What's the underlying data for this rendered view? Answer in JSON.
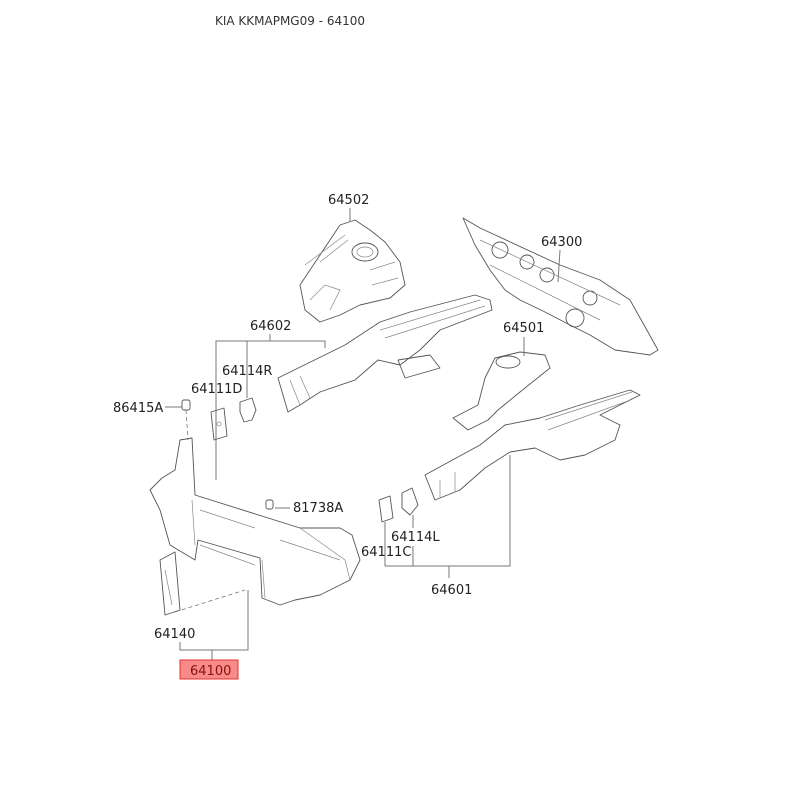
{
  "header": {
    "title": "KIA KKMAPMG09 - 64100"
  },
  "highlight_color": "#f88a8a",
  "parts": {
    "p64502": "64502",
    "p64300": "64300",
    "p64602": "64602",
    "p64501": "64501",
    "p64114R": "64114R",
    "p64111D": "64111D",
    "p86415A": "86415A",
    "p81738A": "81738A",
    "p64114L": "64114L",
    "p64111C": "64111C",
    "p64601": "64601",
    "p64140": "64140",
    "p64100": "64100"
  },
  "selected_part": "64100"
}
